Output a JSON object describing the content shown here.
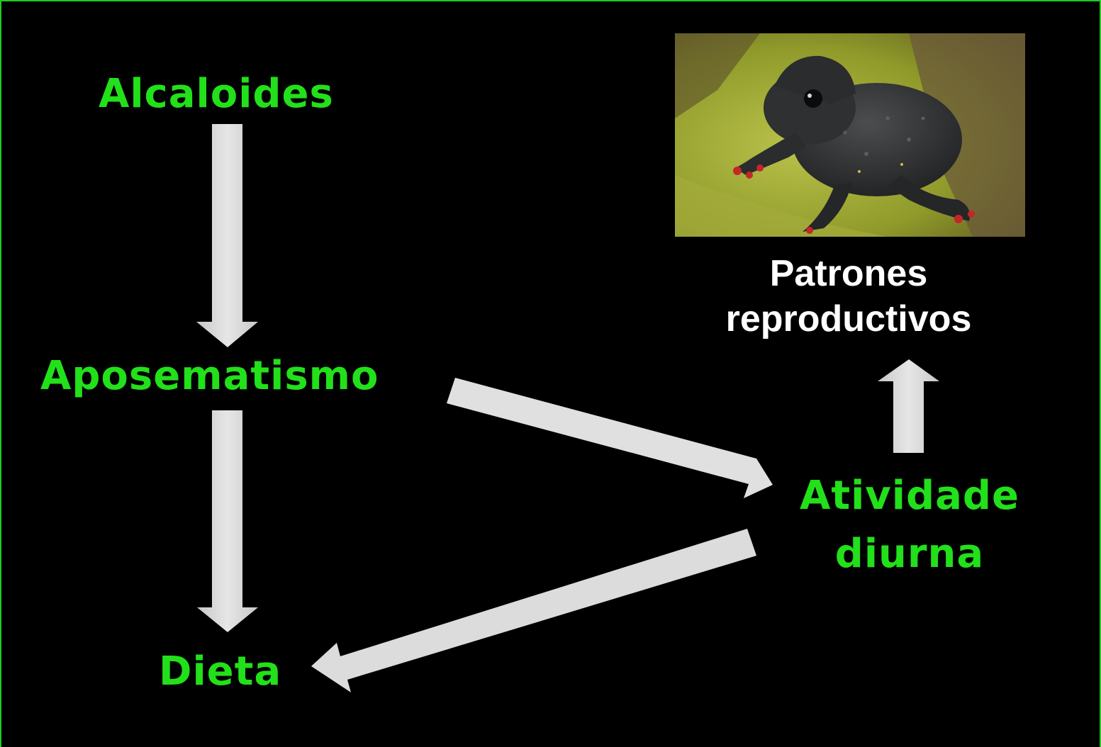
{
  "nodes": {
    "alcaloides": "Alcaloides",
    "aposematismo": "Aposematismo",
    "dieta": "Dieta",
    "atividade_line1": "Atividade",
    "atividade_line2": "diurna",
    "patrones_line1": "Patrones",
    "patrones_line2": "reproductivos"
  },
  "colors": {
    "background": "#000000",
    "node_text": "#22e01a",
    "label_text": "#ffffff",
    "arrow_fill": "#dcdcdc",
    "frame": "#22c922"
  },
  "edges": [
    {
      "from": "alcaloides",
      "to": "aposematismo"
    },
    {
      "from": "aposematismo",
      "to": "dieta"
    },
    {
      "from": "aposematismo",
      "to": "atividade"
    },
    {
      "from": "atividade",
      "to": "dieta"
    },
    {
      "from": "atividade",
      "to": "patrones"
    }
  ],
  "image": {
    "subject": "toad-photo"
  }
}
